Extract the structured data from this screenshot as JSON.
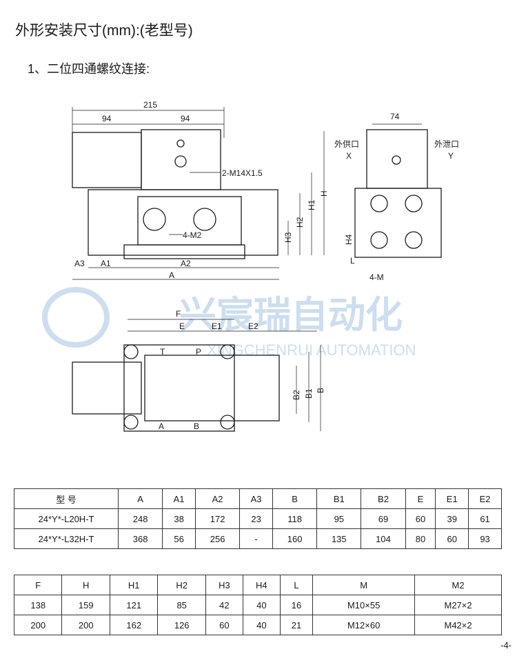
{
  "title": "外形安装尺寸(mm):(老型号)",
  "subtitle": "1、二位四通螺纹连接:",
  "drawing": {
    "d215": "215",
    "d94a": "94",
    "d94b": "94",
    "d74": "74",
    "ext_supply": "外供口",
    "x": "X",
    "ext_drain": "外泄口",
    "y": "Y",
    "thread": "2-M14X1.5",
    "H": "H",
    "H1": "H1",
    "H2": "H2",
    "H3": "H3",
    "H4": "H4",
    "L": "L",
    "M2": "4-M2",
    "A3": "A3",
    "A1": "A1",
    "A2": "A2",
    "A": "A",
    "M": "4-M",
    "F": "F",
    "E": "E",
    "E1": "E1",
    "E2": "E2",
    "T": "T",
    "P": "P",
    "portA": "A",
    "portB": "B",
    "B": "B",
    "B1": "B1",
    "B2": "B2"
  },
  "watermark": {
    "cn": "兴宸瑞自动化",
    "en": "XINGCHENRUI AUTOMATION"
  },
  "table1": {
    "headers": [
      "型 号",
      "A",
      "A1",
      "A2",
      "A3",
      "B",
      "B1",
      "B2",
      "E",
      "E1",
      "E2"
    ],
    "rows": [
      [
        "24*Y*-L20H-T",
        "248",
        "38",
        "172",
        "23",
        "118",
        "95",
        "69",
        "60",
        "39",
        "61"
      ],
      [
        "24*Y*-L32H-T",
        "368",
        "56",
        "256",
        "-",
        "160",
        "135",
        "104",
        "80",
        "60",
        "93"
      ]
    ]
  },
  "table2": {
    "headers": [
      "F",
      "H",
      "H1",
      "H2",
      "H3",
      "H4",
      "L",
      "M",
      "M2"
    ],
    "rows": [
      [
        "138",
        "159",
        "121",
        "85",
        "42",
        "40",
        "16",
        "M10×55",
        "M27×2"
      ],
      [
        "200",
        "200",
        "162",
        "126",
        "60",
        "40",
        "21",
        "M12×60",
        "M42×2"
      ]
    ]
  },
  "page_number": "-4-"
}
